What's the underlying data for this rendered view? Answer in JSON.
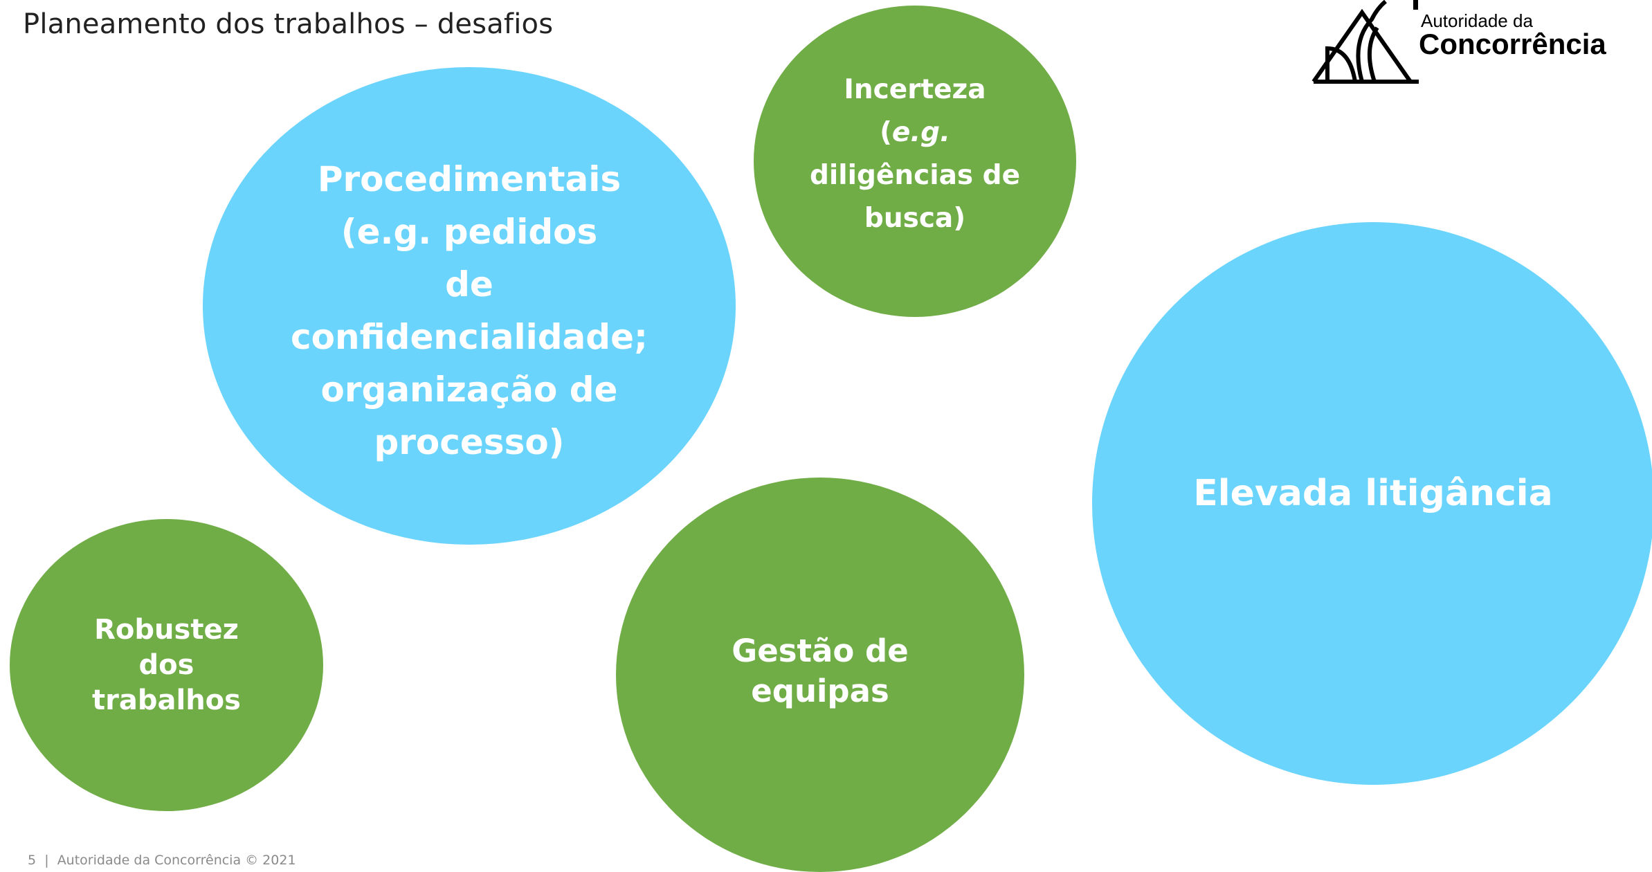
{
  "slide": {
    "title": "Planeamento dos trabalhos – desafios"
  },
  "logo": {
    "small_text": "Autoridade da",
    "big_text": "Concorrência"
  },
  "bubbles": {
    "procedimentais": "Procedimentais\n(e.g. pedidos\nde\nconfidencialidade;\norganização de\nprocesso)",
    "incerteza": {
      "line1": "Incerteza",
      "paren_open": "(",
      "eg": "e.g.",
      "rest": "diligências de\nbusca)"
    },
    "elevada": "Elevada litigância",
    "robustez": "Robustez\ndos\ntrabalhos",
    "gestao": "Gestão de\nequipas"
  },
  "colors": {
    "blue": "#6bd4fc",
    "green": "#70ad47"
  },
  "footer": {
    "page_number": "5",
    "separator": "|",
    "text": "Autoridade da Concorrência © 2021"
  }
}
